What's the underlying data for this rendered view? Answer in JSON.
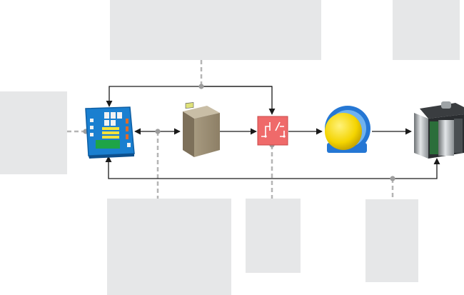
{
  "diagram": {
    "nodes": [
      {
        "id": "controller-board",
        "icon": "circuit-board-icon"
      },
      {
        "id": "drive-cabinet",
        "icon": "cabinet-icon"
      },
      {
        "id": "brake-unit",
        "icon": "brake-switch-icon"
      },
      {
        "id": "motor",
        "icon": "motor-icon"
      },
      {
        "id": "elevator-car",
        "icon": "elevator-car-icon"
      }
    ],
    "callouts": [
      {
        "id": "callout-top-center",
        "text": ""
      },
      {
        "id": "callout-top-right",
        "text": ""
      },
      {
        "id": "callout-left",
        "text": ""
      },
      {
        "id": "callout-bottom-left",
        "text": ""
      },
      {
        "id": "callout-bottom-center",
        "text": ""
      },
      {
        "id": "callout-bottom-right",
        "text": ""
      }
    ],
    "colors": {
      "callout_fill": "#e6e7e8",
      "leader_line": "#b5b5b5",
      "flow_line": "#1a1a1a",
      "board_blue": "#1a7fd0",
      "cabinet_tan": "#9a8c72",
      "brake_red": "#ef6a6a",
      "motor_blue": "#2577d4",
      "motor_yellow": "#f4d400",
      "car_gray": "#8e9396"
    }
  }
}
